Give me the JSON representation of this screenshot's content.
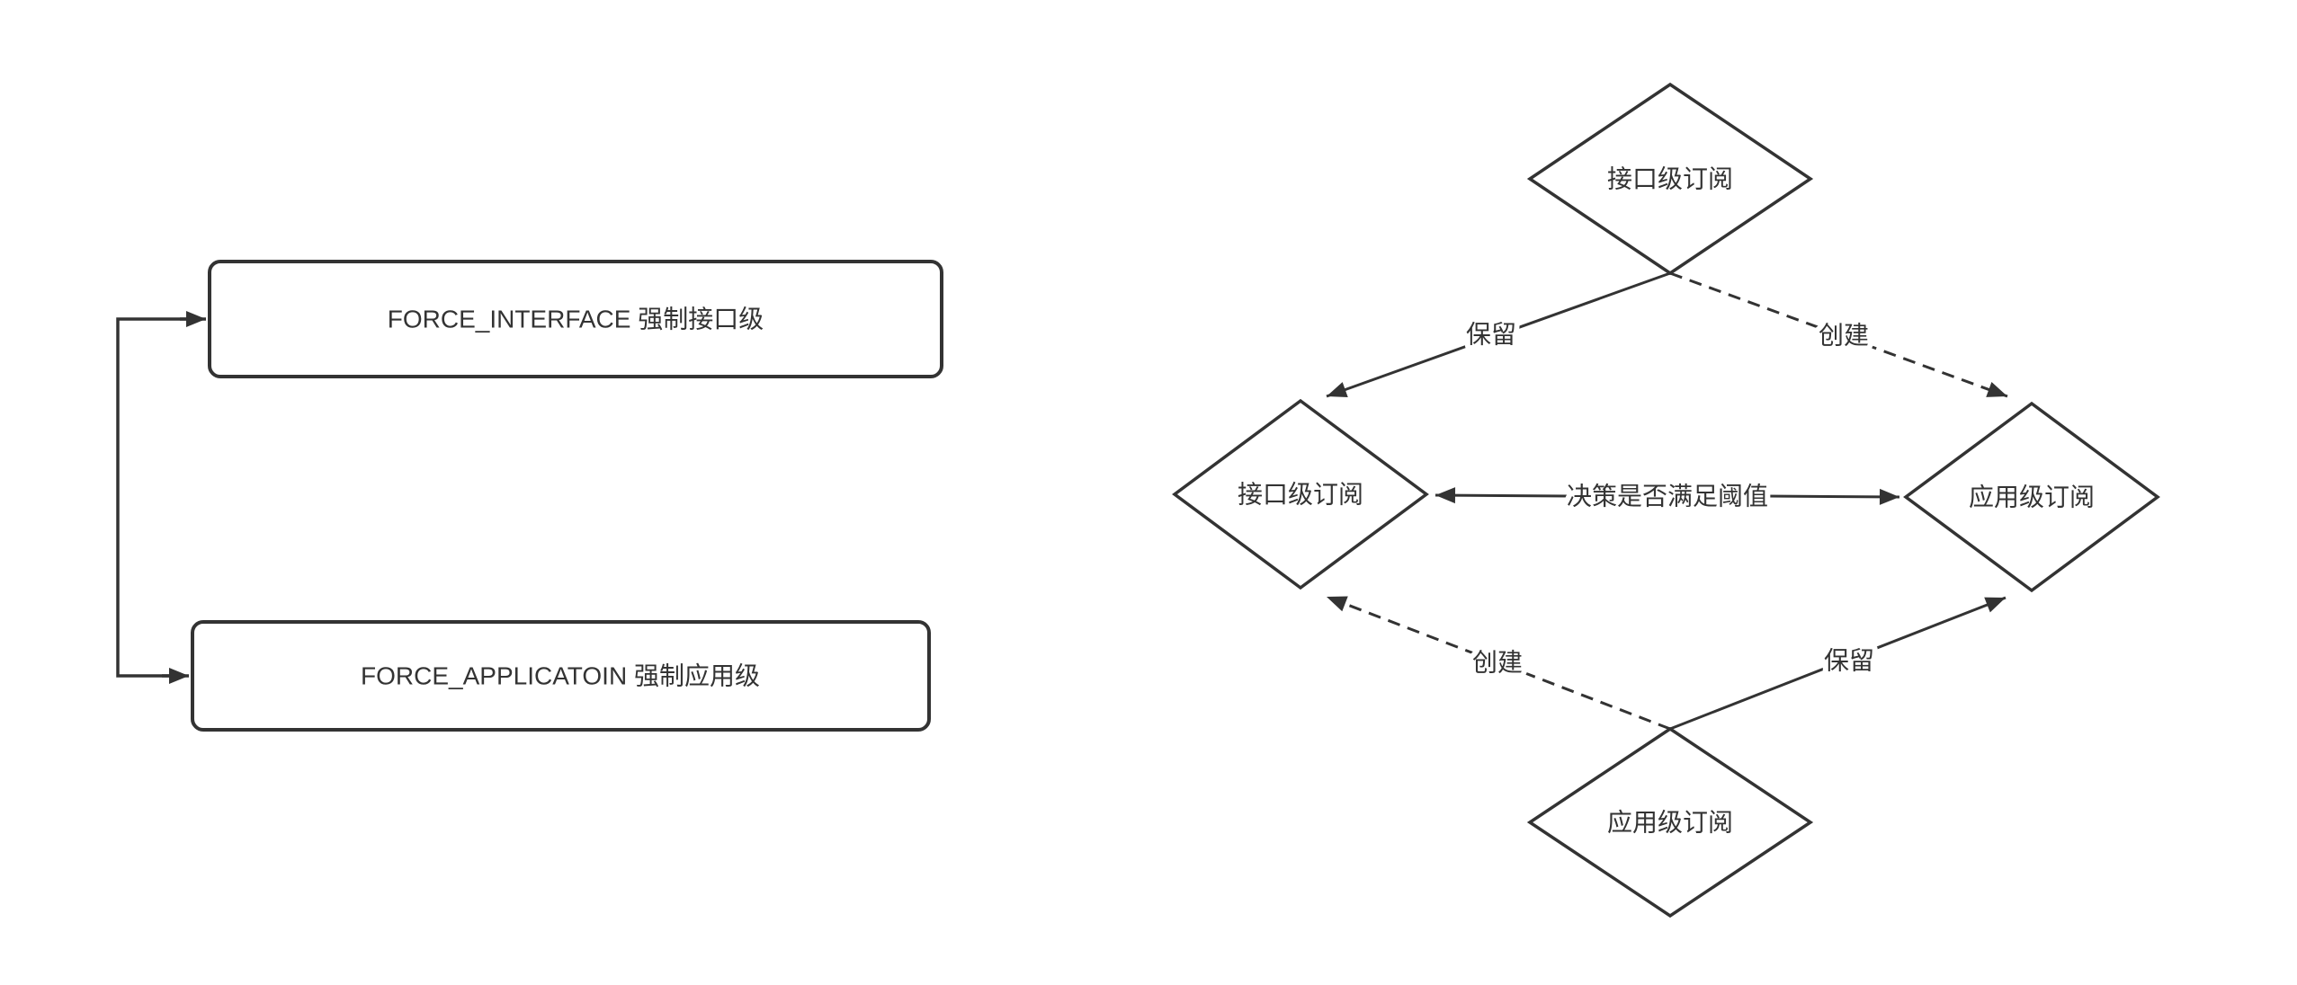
{
  "colors": {
    "stroke": "#333333",
    "text": "#333333",
    "background": "#ffffff"
  },
  "legend": {
    "items": [
      {
        "label": "FORCE_INTERFACE 强制接口级"
      },
      {
        "label": "FORCE_APPLICATOIN 强制应用级"
      }
    ]
  },
  "flow": {
    "nodes": {
      "top": "接口级订阅",
      "left": "接口级订阅",
      "right": "应用级订阅",
      "bottom": "应用级订阅"
    },
    "center_question": "决策是否满足阈值",
    "edges": {
      "top_to_left": "保留",
      "top_to_right": "创建",
      "bottom_to_left": "创建",
      "bottom_to_right": "保留"
    }
  }
}
